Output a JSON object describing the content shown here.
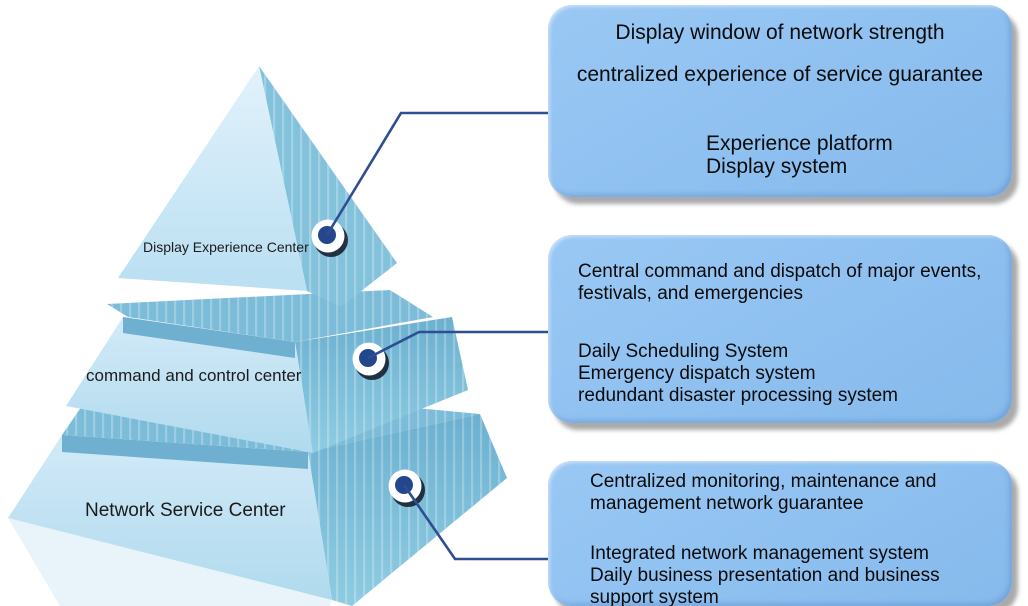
{
  "pyramid": {
    "tiers": [
      {
        "label": "Display Experience Center"
      },
      {
        "label": "command and control center"
      },
      {
        "label": "Network Service Center"
      }
    ],
    "colors": {
      "front_face_light": "#cfe9f7",
      "front_face_top_tier": "#dff1fb",
      "side_face": "#7fbfda",
      "top_face": "#7cbcd8",
      "edge_band": "#6fafcf",
      "base_skirt": "#e6f3fa"
    }
  },
  "connectors": {
    "line_color": "#2e4e92",
    "dot_ring_color": "#ffffff",
    "dot_core_color": "#24468c"
  },
  "callouts": [
    {
      "heading_lines": [
        "Display window of network strength",
        "centralized experience of service guarantee"
      ],
      "system_lines": [
        "Experience platform",
        "Display system"
      ]
    },
    {
      "heading_lines": [
        "Central command and dispatch of major events,",
        "festivals, and emergencies"
      ],
      "system_lines": [
        "Daily Scheduling System",
        "Emergency dispatch system",
        "redundant disaster processing system"
      ]
    },
    {
      "heading_lines": [
        "Centralized monitoring, maintenance and",
        "management network guarantee"
      ],
      "system_lines": [
        "Integrated network management system",
        "Daily business presentation and business",
        "support system"
      ]
    }
  ],
  "callout_style": {
    "fill": "#90c0f0",
    "text_color": "#0b0b0b",
    "shadow_color": "#7d7d7d"
  }
}
